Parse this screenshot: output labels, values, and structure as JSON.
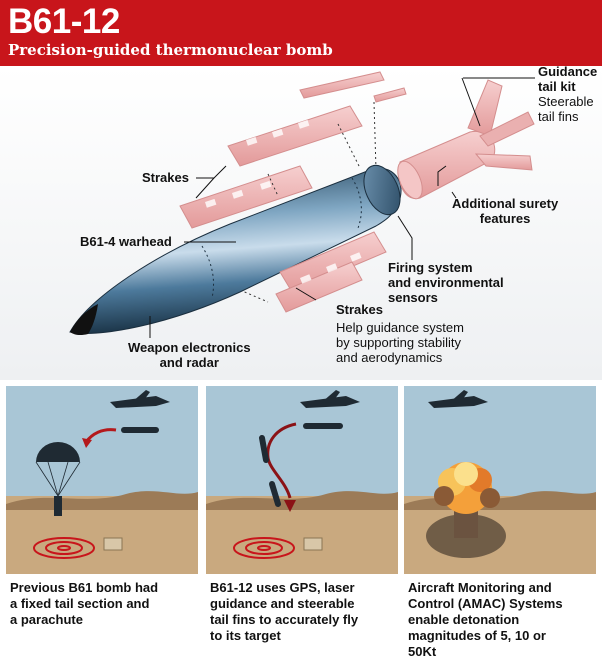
{
  "header": {
    "title": "B61-12",
    "subtitle": "Precision-guided thermonuclear bomb"
  },
  "labels": {
    "guidance_tail_kit": [
      "Guidance",
      "tail kit"
    ],
    "steerable_tail_fins": [
      "Steerable",
      "tail fins"
    ],
    "strakes_top": "Strakes",
    "additional_surety": [
      "Additional surety",
      "features"
    ],
    "warhead": "B61-4 warhead",
    "firing_system": [
      "Firing system",
      "and environmental",
      "sensors"
    ],
    "strakes_bottom": "Strakes",
    "strakes_desc": [
      "Help guidance system",
      "by supporting stability",
      "and aerodynamics"
    ],
    "weapon_electronics": [
      "Weapon electronics",
      "and radar"
    ]
  },
  "panels": [
    {
      "caption": [
        "Previous B61 bomb had",
        "a fixed tail section and",
        "a parachute"
      ]
    },
    {
      "caption": [
        "B61-12 uses GPS, laser",
        "guidance and steerable",
        "tail fins to accurately fly",
        "to its target"
      ]
    },
    {
      "caption": [
        "Aircraft Monitoring and",
        "Control (AMAC) Systems",
        "enable detonation",
        "magnitudes of 5, 10 or",
        "50Kt"
      ]
    }
  ],
  "colors": {
    "brand_red": "#c8151b",
    "part_pink": "#f2b8b8",
    "bomb_blue": "#3d6a8c",
    "sky": "#a7c5d6",
    "ground": "#c6a67c"
  }
}
